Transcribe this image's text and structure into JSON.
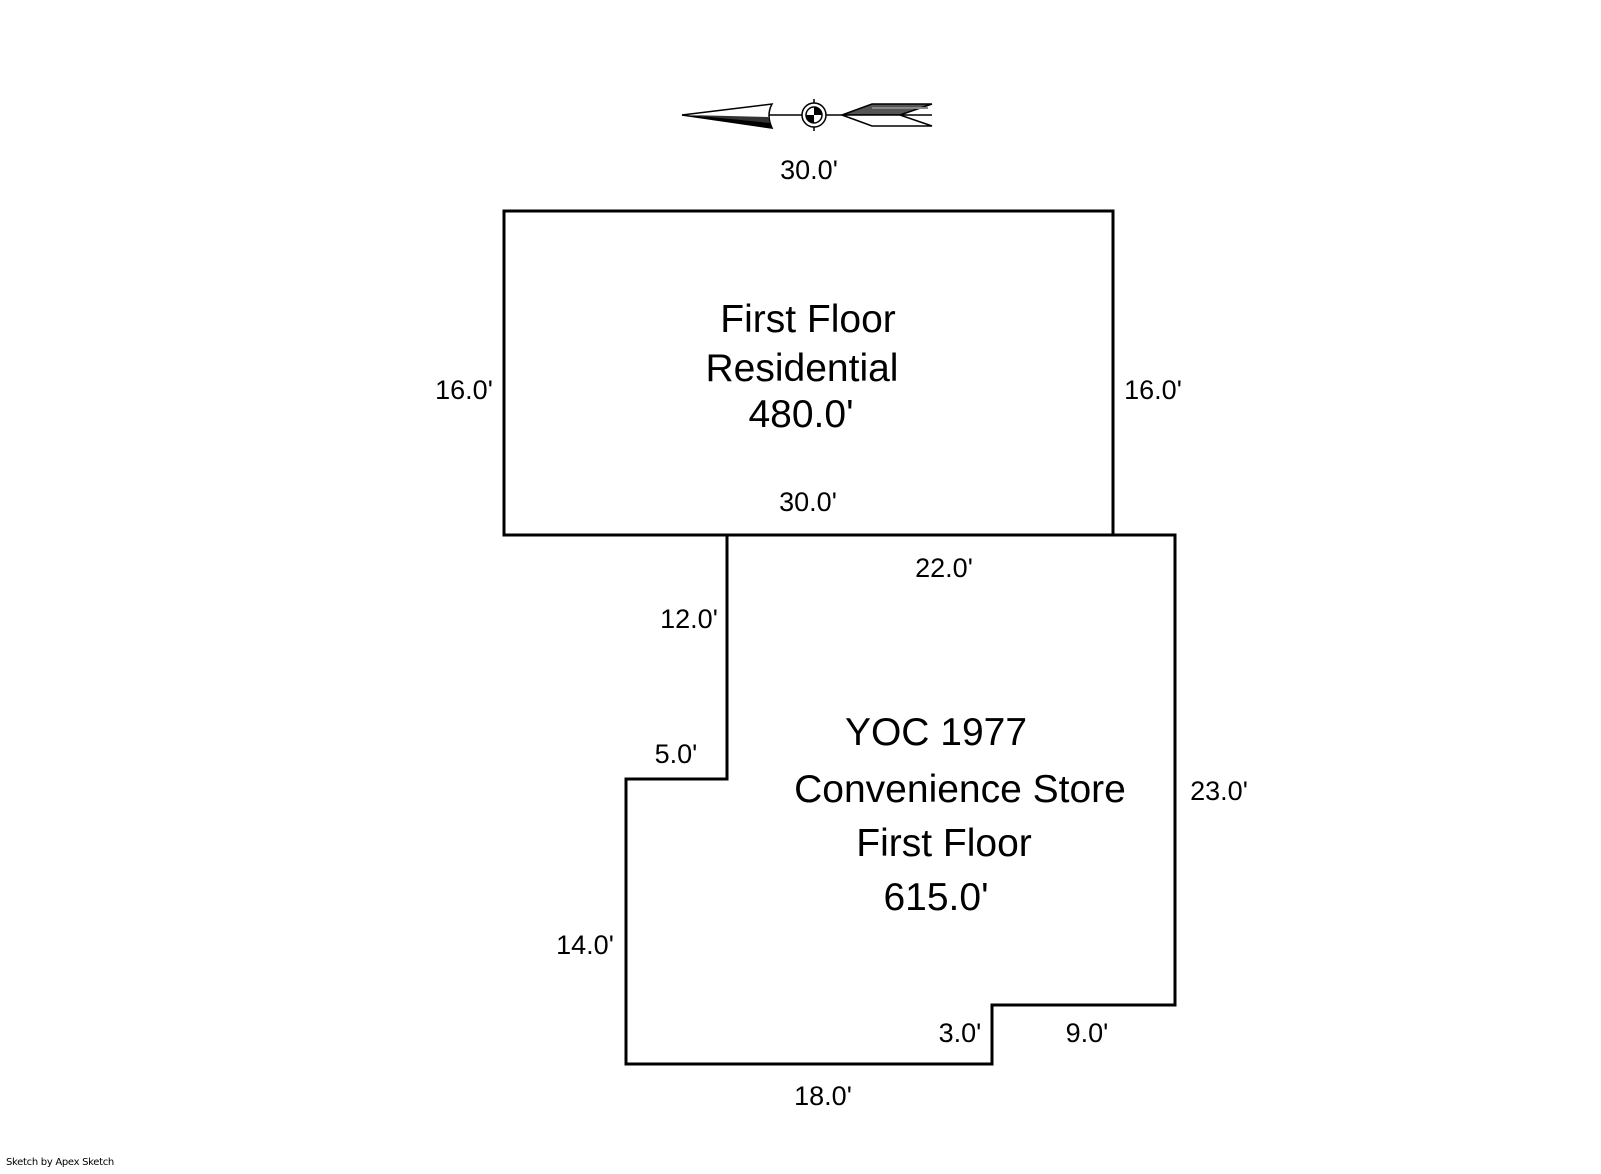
{
  "compass": {
    "icon": "north-arrow-icon"
  },
  "areas": [
    {
      "id": "residential",
      "lines": [
        "First Floor",
        "Residential",
        "480.0'"
      ]
    },
    {
      "id": "store",
      "lines": [
        "YOC 1977",
        "Convenience Store",
        "First Floor",
        "615.0'"
      ]
    }
  ],
  "dimensions": {
    "res_top": "30.0'",
    "res_left": "16.0'",
    "res_right": "16.0'",
    "res_bottom": "30.0'",
    "store_top": "22.0'",
    "store_upper_left": "12.0'",
    "store_notch": "5.0'",
    "store_right": "23.0'",
    "store_left": "14.0'",
    "store_step_vertical": "3.0'",
    "store_step_horizontal": "9.0'",
    "store_bottom": "18.0'"
  },
  "footer": {
    "credit": "Sketch by Apex Sketch"
  },
  "colors": {
    "line": "#000000",
    "background": "#ffffff",
    "compass_fill": "#555555"
  }
}
